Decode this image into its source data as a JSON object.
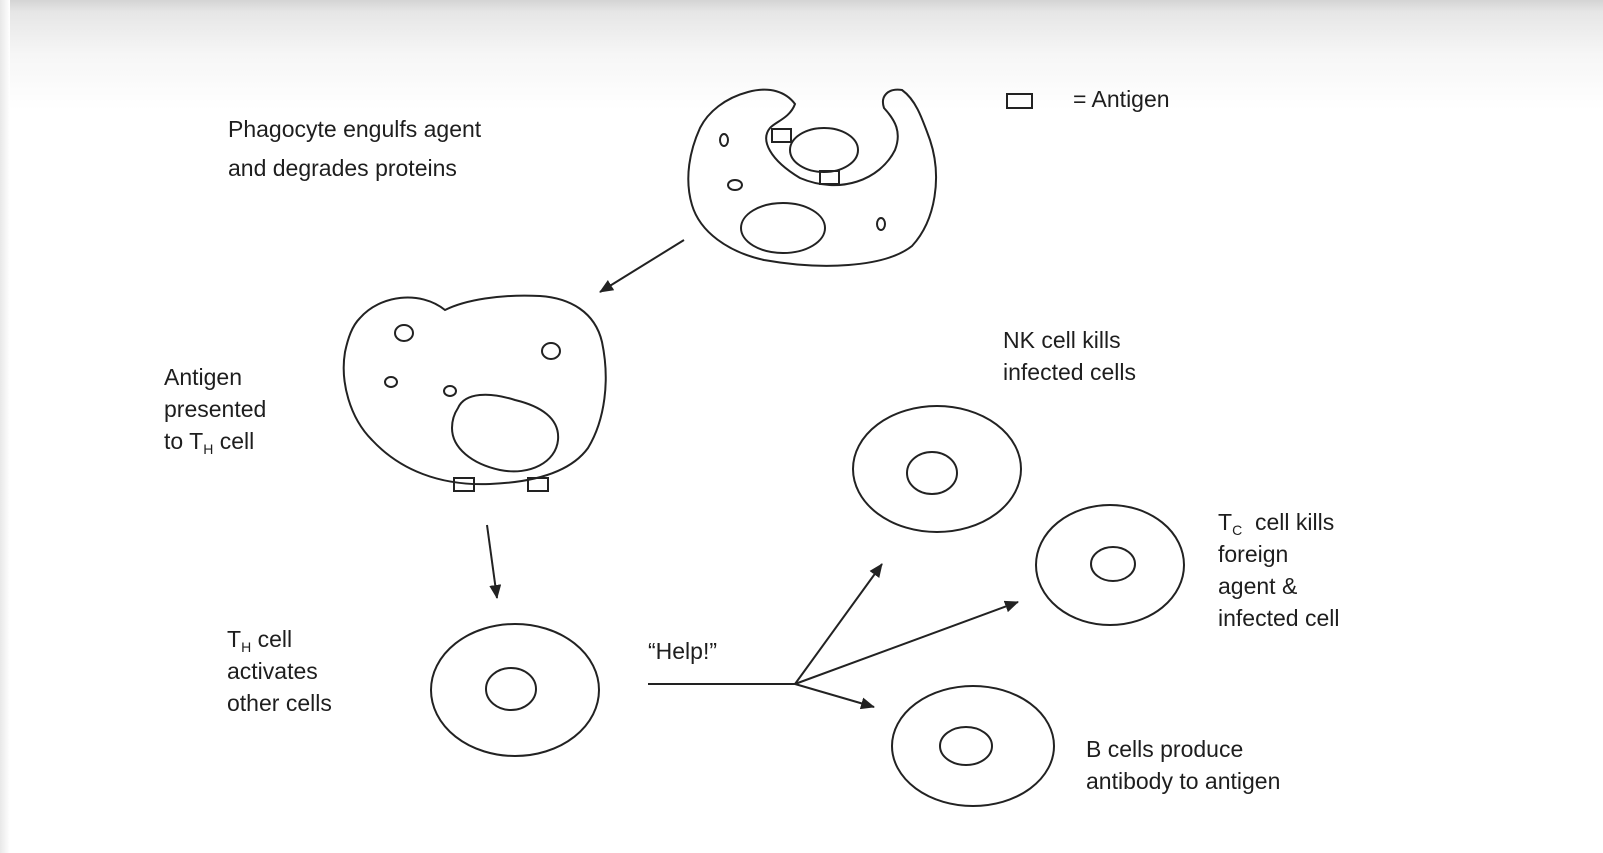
{
  "legend": {
    "symbol": "antigen-box",
    "text": "= Antigen"
  },
  "labels": {
    "phagocyte": [
      "Phagocyte engulfs agent",
      "and degrades proteins"
    ],
    "presented": [
      "Antigen",
      "presented",
      "to T",
      "H",
      " cell"
    ],
    "th_activates": [
      "T",
      "H",
      " cell",
      "activates",
      "other cells"
    ],
    "help": "“Help!”",
    "nk": [
      "NK cell kills",
      "infected cells"
    ],
    "tc": [
      "T",
      "C",
      "  cell kills",
      "foreign",
      "agent &",
      "infected cell"
    ],
    "b": [
      "B cells produce",
      "antibody to antigen"
    ]
  },
  "colors": {
    "stroke": "#222222",
    "text": "#1e1e1e"
  }
}
